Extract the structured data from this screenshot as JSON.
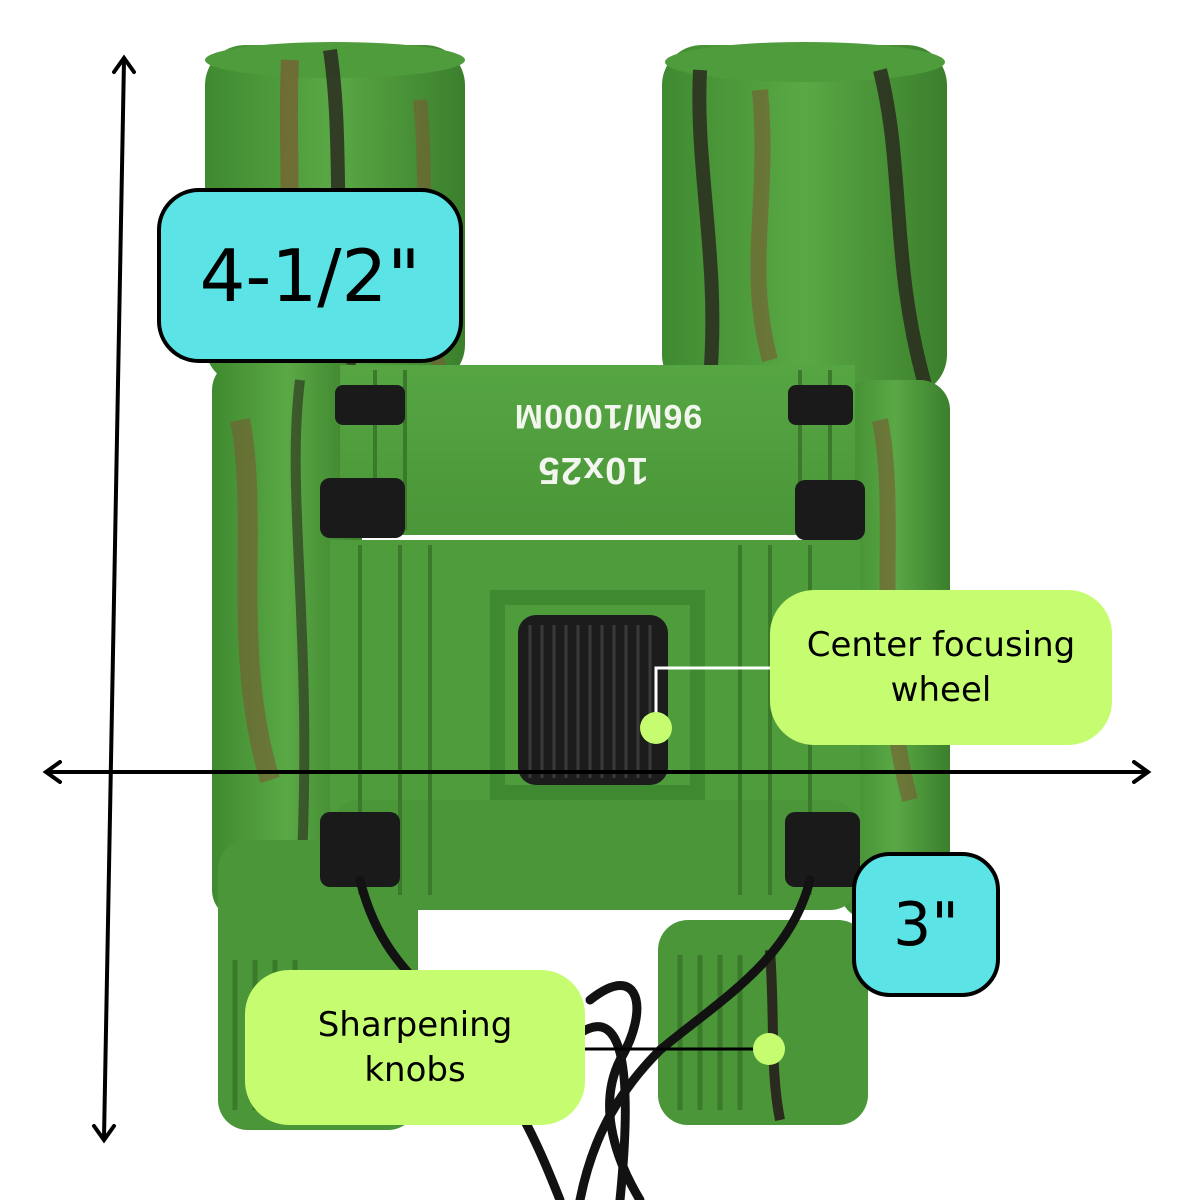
{
  "image": {
    "subject": "Camouflage green compact binoculars with neck strap",
    "background_color": "#ffffff"
  },
  "engraving": {
    "magnification": "10x25",
    "field_of_view": "96M/1000M"
  },
  "dimensions": {
    "height_label": "4-1/2\"",
    "width_label": "3\""
  },
  "callouts": {
    "center_focus": {
      "line1": "Center focusing",
      "line2": "wheel"
    },
    "sharpening": {
      "line1": "Sharpening",
      "line2": "knobs"
    }
  },
  "colors": {
    "dimension_badge": "#5be3e6",
    "callout_badge": "#c6fd70",
    "binocular_green": "#4e9a3a",
    "camo_brown": "#7a5a32",
    "camo_black": "#222222"
  }
}
